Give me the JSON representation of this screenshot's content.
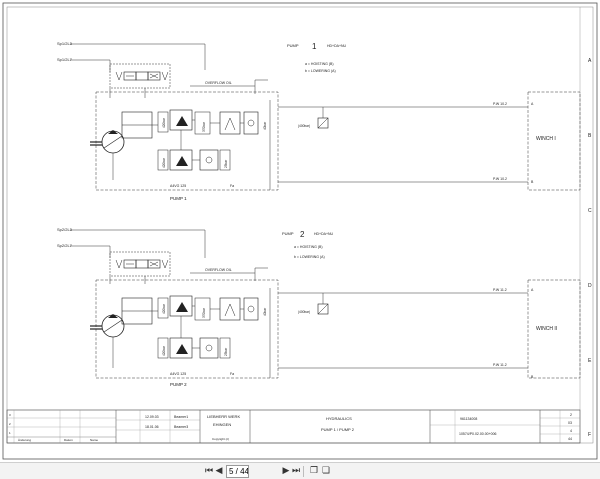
{
  "diagram": {
    "pump1": {
      "signal_top": "Sp1/2L3",
      "signal_bottom": "Sp1/2L7",
      "heading_label": "PUMP",
      "heading_number": "1",
      "heading_code": "HD+DA+NU",
      "note_a": "a = HOISTING (B)",
      "note_b": "b = LOWERING (A)",
      "overflow_label": "OVERFLOW OIL",
      "unit_label": "A4VG 125",
      "port_label": "Fa",
      "caption": "PUMP 1",
      "pressure_label": "(400bar)",
      "output_top": "P.W 10.2",
      "output_bottom": "P.W 10.2",
      "winch_port_a": "A",
      "winch_port_b": "B",
      "winch_title": "WINCH I",
      "valve_labels": [
        "420bar",
        "420bar",
        "370bar",
        "25bar",
        "40bar"
      ]
    },
    "pump2": {
      "signal_top": "Sp2/2L3",
      "signal_bottom": "Sp2/2L7",
      "heading_label": "PUMP",
      "heading_number": "2",
      "heading_code": "HD+DA+NU",
      "note_a": "a = HOISTING (B)",
      "note_b": "b = LOWERING (A)",
      "overflow_label": "OVERFLOW OIL",
      "unit_label": "A4VG 125",
      "port_label": "Fa",
      "caption": "PUMP 2",
      "pressure_label": "(400bar)",
      "output_top": "P.W 11.2",
      "output_bottom": "P.W 11.2",
      "winch_port_a": "A",
      "winch_port_b": "B",
      "winch_title": "WINCH II",
      "valve_labels": [
        "420bar",
        "420bar",
        "370bar",
        "25bar",
        "40bar"
      ]
    },
    "frame_letters": [
      "A",
      "B",
      "C",
      "D",
      "E",
      "F"
    ]
  },
  "title_block": {
    "date_1": "12.09.03",
    "date_2": "18.01.06",
    "name_1": "Beamer1",
    "name_2": "Beamer3",
    "company_line_1": "LIEBHERR WERK",
    "company_line_2": "EHINGEN",
    "copyright": "Copyright (c)",
    "title_line_1": "HYDRAULICS",
    "title_line_2": "PUMP 1 / PUMP 2",
    "drawing_no": "961134008",
    "order_no": "10574/P0.02.00.00+006",
    "sheet_values": [
      "2",
      "03",
      "4",
      "44"
    ],
    "rev_numbers": [
      "3",
      "2",
      "1"
    ],
    "footer_labels": [
      "Änderung",
      "Datum",
      "Name"
    ]
  },
  "toolbar": {
    "page_value": "5 / 44"
  }
}
